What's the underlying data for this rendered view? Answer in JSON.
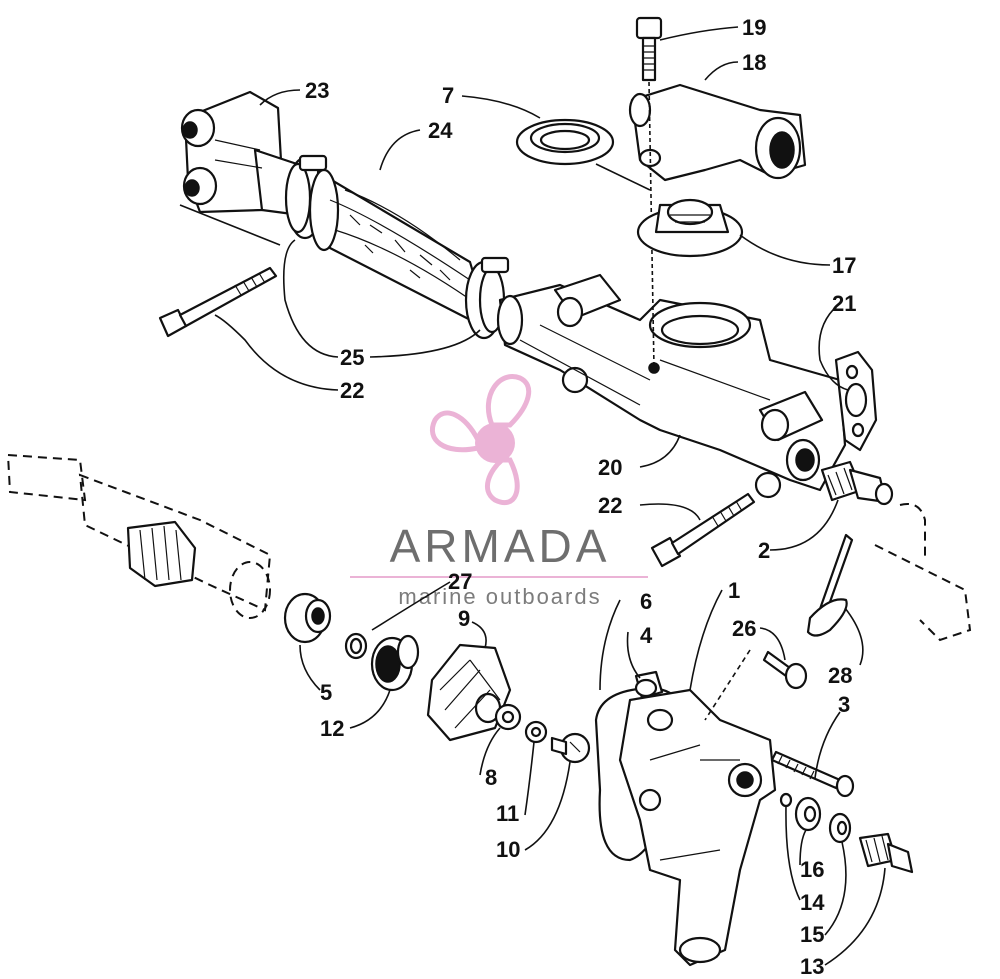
{
  "callouts": {
    "c1": "1",
    "c2": "2",
    "c3": "3",
    "c4": "4",
    "c5": "5",
    "c6": "6",
    "c7": "7",
    "c8": "8",
    "c9": "9",
    "c10": "10",
    "c11": "11",
    "c12": "12",
    "c13": "13",
    "c14": "14",
    "c15": "15",
    "c16": "16",
    "c17": "17",
    "c18": "18",
    "c19": "19",
    "c20": "20",
    "c21": "21",
    "c22a": "22",
    "c22b": "22",
    "c23": "23",
    "c24": "24",
    "c25": "25",
    "c26": "26",
    "c27": "27",
    "c28": "28"
  },
  "watermark": {
    "brand": "ARMADA",
    "tagline": "marine outboards",
    "accent_color": "#e8a6cf"
  },
  "colors": {
    "line": "#111111",
    "background": "#ffffff"
  }
}
